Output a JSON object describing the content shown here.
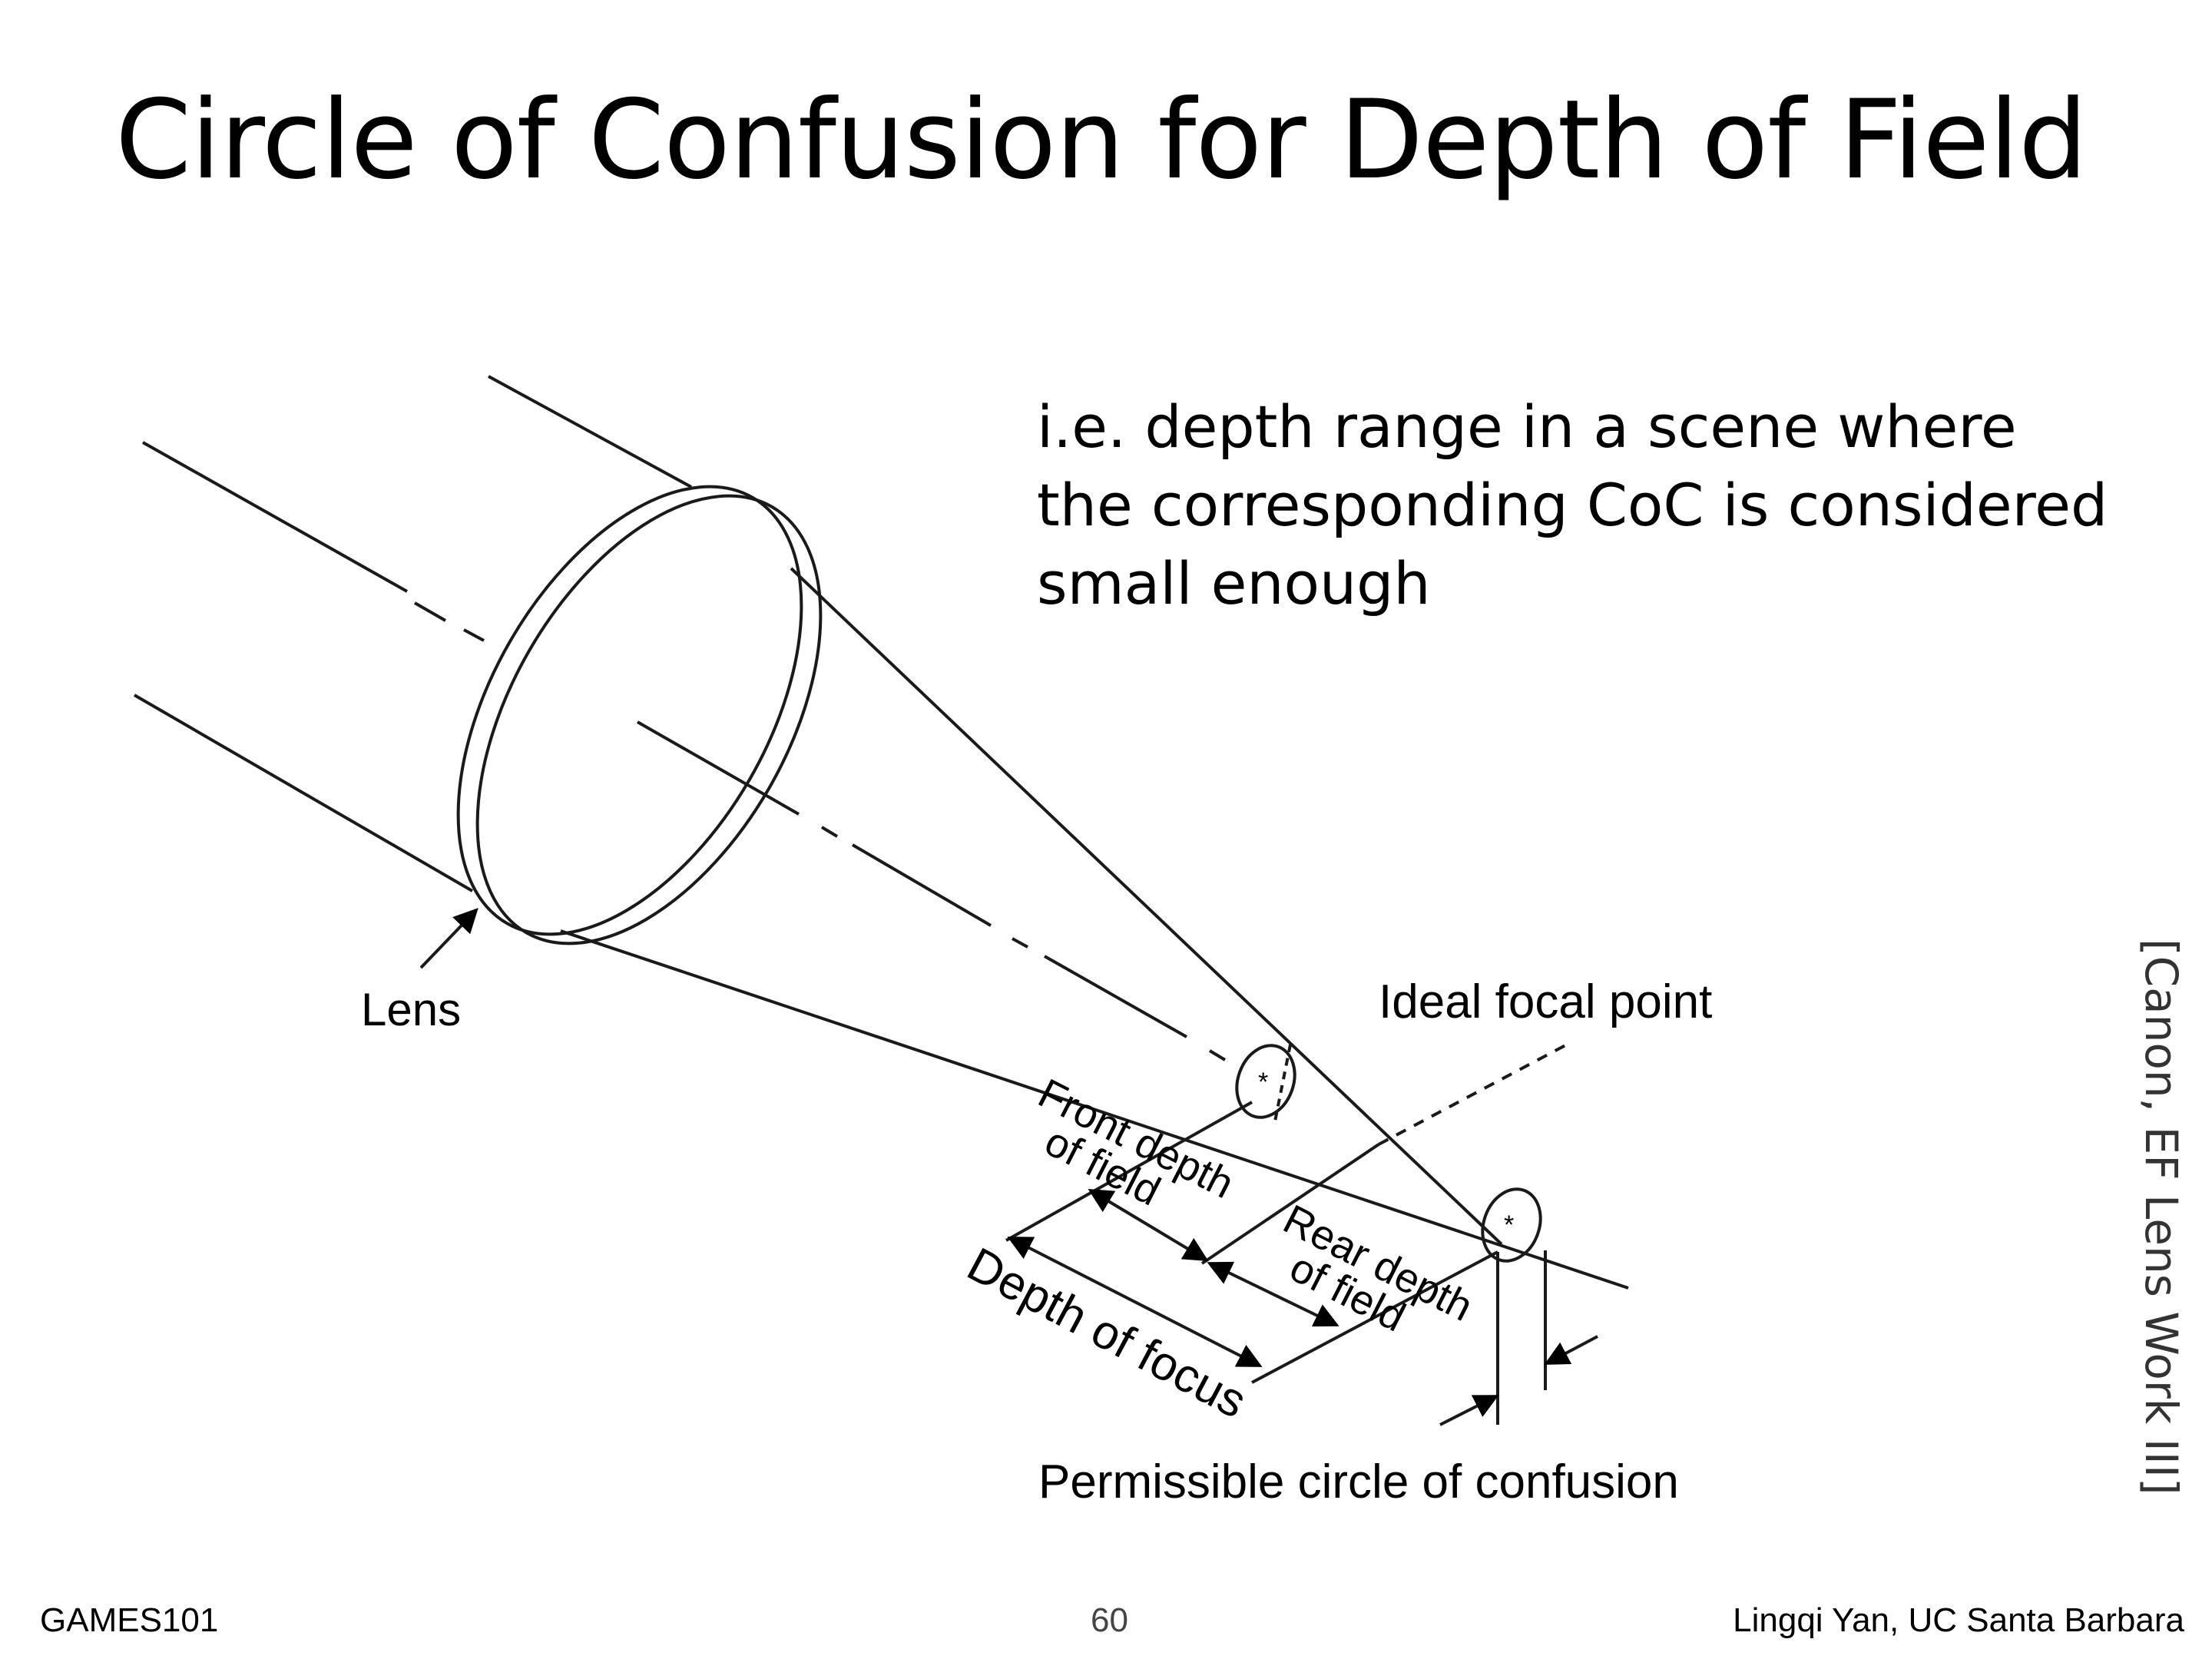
{
  "slide": {
    "title": "Circle of Confusion for Depth of Field",
    "note_lines": [
      "i.e. depth range in a scene where",
      "the corresponding CoC is considered",
      "small enough"
    ],
    "citation": "[Canon, EF Lens Work III]"
  },
  "diagram": {
    "labels": {
      "lens": "Lens",
      "ideal_focal_point": "Ideal focal point",
      "front_depth_line1": "Front depth",
      "front_depth_line2": "of field",
      "rear_depth_line1": "Rear depth",
      "rear_depth_line2": "of field",
      "depth_of_focus": "Depth of focus",
      "permissible_coc": "Permissible circle of confusion"
    }
  },
  "footer": {
    "course": "GAMES101",
    "page_number": "60",
    "author": "Lingqi Yan, UC Santa Barbara"
  }
}
